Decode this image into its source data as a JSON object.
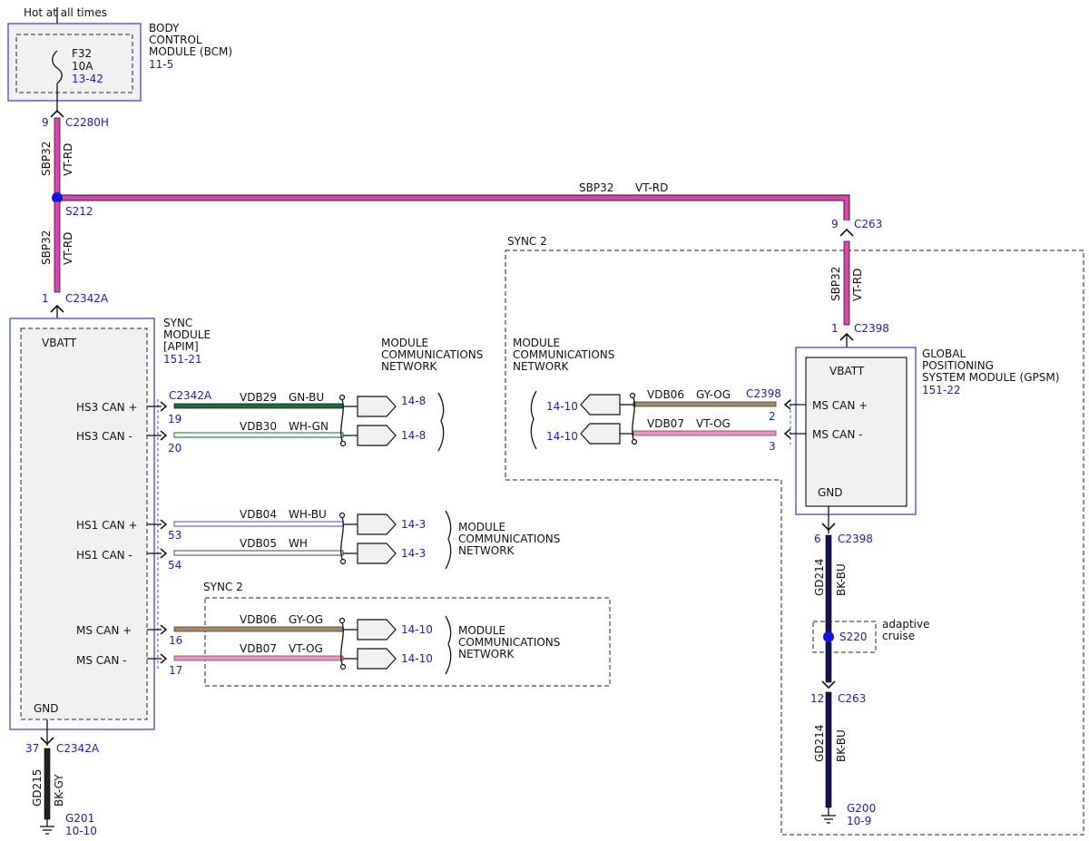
{
  "colors": {
    "module_border": "#3b49d6",
    "reference_text": "#1a1ad0",
    "splice_dot": "#1414e6",
    "wire_vt_rd": "#e040b0",
    "wire_gn_bu": "#1e6a3c",
    "wire_wh_gn": "#2f8a4a",
    "wire_wh_bu": "#5a6ad8",
    "wire_gy_og": "#a08a68",
    "wire_vt_og": "#ec92c4",
    "wire_bk_bu": "#141450",
    "wire_bk_gy": "#222222",
    "module_fill": "#f1f1f1"
  },
  "power": {
    "label": "Hot at all times",
    "fuse_name": "F32",
    "fuse_rating": "10A",
    "fuse_ref": "13-42"
  },
  "bcm": {
    "name_line1": "BODY",
    "name_line2": "CONTROL",
    "name_line3": "MODULE (BCM)",
    "ref": "11-5"
  },
  "wires": {
    "sbp32": "SBP32",
    "vt_rd": "VT-RD",
    "gd214": "GD214",
    "bk_bu": "BK-BU",
    "gd215": "GD215",
    "bk_gy": "BK-GY",
    "vdb29": "VDB29",
    "gn_bu": "GN-BU",
    "vdb30": "VDB30",
    "wh_gn": "WH-GN",
    "vdb04": "VDB04",
    "wh_bu": "WH-BU",
    "vdb05": "VDB05",
    "wh": "WH",
    "vdb06": "VDB06",
    "gy_og": "GY-OG",
    "vdb07": "VDB07",
    "vt_og": "VT-OG"
  },
  "connectors": {
    "c2280h": "C2280H",
    "c2280h_pin": "9",
    "s212": "S212",
    "c2342a": "C2342A",
    "c2342a_pin_top": "1",
    "c2342a_pin_gnd": "37",
    "c263": "C263",
    "c263_pin_top": "9",
    "c263_pin_gnd": "12",
    "c2398": "C2398",
    "c2398_pin_top": "1",
    "c2398_pin_gnd": "6",
    "c2398_pin_ms_pos": "2",
    "c2398_pin_ms_neg": "3",
    "s220": "S220",
    "pin_19": "19",
    "pin_20": "20",
    "pin_53": "53",
    "pin_54": "54",
    "pin_16": "16",
    "pin_17": "17"
  },
  "sync_module": {
    "name_line1": "SYNC",
    "name_line2": "MODULE",
    "name_line3": "[APIM]",
    "ref": "151-21",
    "vbatt": "VBATT",
    "gnd": "GND",
    "hs3_pos": "HS3 CAN +",
    "hs3_neg": "HS3 CAN -",
    "hs1_pos": "HS1 CAN +",
    "hs1_neg": "HS1 CAN -",
    "ms_pos": "MS CAN +",
    "ms_neg": "MS CAN -"
  },
  "gpsm": {
    "name_line1": "GLOBAL",
    "name_line2": "POSITIONING",
    "name_line3": "SYSTEM MODULE (GPSM)",
    "ref": "151-22",
    "vbatt": "VBATT",
    "gnd": "GND",
    "ms_pos": "MS CAN +",
    "ms_neg": "MS CAN -"
  },
  "network": {
    "line1": "MODULE",
    "line2": "COMMUNICATIONS",
    "line3": "NETWORK"
  },
  "page_refs": {
    "r14_8": "14-8",
    "r14_3": "14-3",
    "r14_10": "14-10"
  },
  "grounds": {
    "g201": "G201",
    "g201_ref": "10-10",
    "g200": "G200",
    "g200_ref": "10-9"
  },
  "options": {
    "sync2": "SYNC 2",
    "adaptive_line1": "adaptive",
    "adaptive_line2": "cruise"
  }
}
